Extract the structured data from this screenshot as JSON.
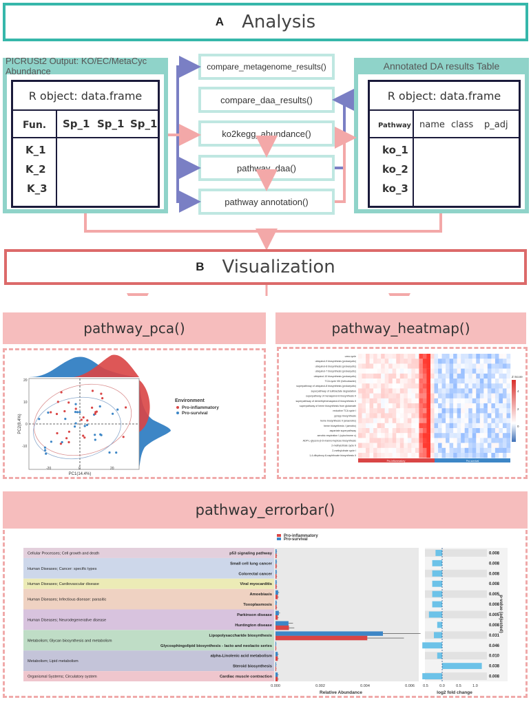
{
  "section_a": {
    "letter": "A",
    "title": "Analysis"
  },
  "left_panel": {
    "header": "PICRUSt2 Output: KO/EC/MetaCyc Abundance",
    "frame_title": "R object: data.frame",
    "columns": [
      "Fun.",
      "Sp_1",
      "Sp_1",
      "Sp_1"
    ],
    "rows": [
      "K_1",
      "K_2",
      "K_3"
    ]
  },
  "right_panel": {
    "header": "Annotated DA results Table",
    "frame_title": "R object: data.frame",
    "columns": [
      "Pathway",
      "name",
      "class",
      "p_adj"
    ],
    "rows": [
      "ko_1",
      "ko_2",
      "ko_3"
    ]
  },
  "flow": {
    "compare_metagenome": "compare_metagenome_results()",
    "compare_daa": "compare_daa_results()",
    "ko2kegg": "ko2kegg_abundance()",
    "pathway_daa": "pathway_daa()",
    "pathway_annotation": "pathway annotation()"
  },
  "section_b": {
    "letter": "B",
    "title": "Visualization"
  },
  "pca": {
    "title": "pathway_pca()",
    "legend_title": "Environment",
    "legend_items": [
      "Pro-inflammatory",
      "Pro-survival"
    ],
    "xlabel": "PC1(14.4%)",
    "ylabel": "PC2(8.4%)",
    "xticks": [
      "-20",
      "0",
      "20"
    ],
    "yticks": [
      "20",
      "10",
      "0",
      "-10"
    ]
  },
  "heatmap": {
    "title": "pathway_heatmap()",
    "rows": [
      "urea cycle",
      "ubiquinol-9 biosynthesis (prokaryotic)",
      "ubiquinol-8 biosynthesis (prokaryotic)",
      "ubiquinol-7 biosynthesis (prokaryotic)",
      "ubiquinol-10 biosynthesis (prokaryotic)",
      "TCA cycle VIII (helicobacter)",
      "superpathway of ubiquinol-8 biosynthesis (prokaryotic)",
      "superpathway of sulfolactate degradation",
      "superpathway of menaquinol-8 biosynthesis II",
      "superpathway of demethylmenaquinol-8 biosynthesis II",
      "superpathway of heme biosynthesis from glutamate",
      "reductive TCA cycle I",
      "ppGpp biosynthesis",
      "heme biosynthesis II (anaerobic)",
      "heme biosynthesis I (aerobic)",
      "aspartate superpathway",
      "aerobic respiration I (cytochrome c)",
      "ADP-L-glycero-β-D-manno-heptose biosynthesis",
      "2-methylcitrate cycle II",
      "2-methylcitrate cycle I",
      "1,4-dihydroxy-6-naphthoate biosynthesis II"
    ],
    "groups": [
      "Pro-inflammatory",
      "Pro-survival"
    ],
    "legend_title": "Z Score",
    "legend_ticks": [
      "4",
      "2",
      "0"
    ]
  },
  "errorbar": {
    "title": "pathway_errorbar()",
    "legend_items": [
      "Pro-inflammatory",
      "Pro-survival"
    ],
    "xlabel_left": "Relative Abundance",
    "xlabel_right": "log2 fold change",
    "ylabel_right": "p-value (adjusted)",
    "left_ticks": [
      "0.000",
      "0.002",
      "0.004",
      "0.006"
    ],
    "right_ticks": [
      "0.5",
      "0.0",
      "0.5",
      "1.0"
    ],
    "classes": [
      {
        "label": "Cellular Processes; Cell growth and death",
        "color": "#e3cfdc",
        "n": 1
      },
      {
        "label": "Human Diseases; Cancer: specific types",
        "color": "#cdd7ea",
        "n": 2
      },
      {
        "label": "Human Diseases; Cardiovascular disease",
        "color": "#ecebb6",
        "n": 1
      },
      {
        "label": "Human Diseases; Infectious disease: parasitic",
        "color": "#efd2c2",
        "n": 2
      },
      {
        "label": "Human Diseases; Neurodegenerative disease",
        "color": "#d8c3de",
        "n": 2
      },
      {
        "label": "Metabolism; Glycan biosynthesis and metabolism",
        "color": "#bfddc6",
        "n": 2
      },
      {
        "label": "Metabolism; Lipid metabolism",
        "color": "#c4c4d9",
        "n": 2
      },
      {
        "label": "Organismal Systems; Circulatory system",
        "color": "#efc6cd",
        "n": 1
      }
    ],
    "pathways": [
      {
        "name": "p53 signaling pathway",
        "infl": 5e-05,
        "surv": 5e-05,
        "fc": -0.2,
        "p": "0.008"
      },
      {
        "name": "Small cell lung cancer",
        "infl": 5e-05,
        "surv": 5e-05,
        "fc": -0.3,
        "p": "0.008"
      },
      {
        "name": "Colorectal cancer",
        "infl": 5e-05,
        "surv": 5e-05,
        "fc": -0.3,
        "p": "0.008"
      },
      {
        "name": "Viral myocarditis",
        "infl": 5e-05,
        "surv": 5e-05,
        "fc": -0.3,
        "p": "0.008"
      },
      {
        "name": "Amoebiasis",
        "infl": 0.0001,
        "surv": 0.00012,
        "fc": -0.3,
        "p": "0.005"
      },
      {
        "name": "Toxoplasmosis",
        "infl": 5e-05,
        "surv": 5e-05,
        "fc": -0.3,
        "p": "0.008"
      },
      {
        "name": "Parkinson disease",
        "infl": 0.0001,
        "surv": 0.00015,
        "fc": -0.4,
        "p": "0.005"
      },
      {
        "name": "Huntington disease",
        "infl": 0.0006,
        "surv": 0.00058,
        "fc": -0.15,
        "p": "0.008"
      },
      {
        "name": "Lipopolysaccharide biosynthesis",
        "infl": 0.0041,
        "surv": 0.0048,
        "fc": -0.25,
        "p": "0.031"
      },
      {
        "name": "Glycosphingolipid biosynthesis - lacto and neolacto series",
        "infl": 3e-05,
        "surv": 3e-05,
        "fc": -0.6,
        "p": "0.046"
      },
      {
        "name": "alpha-Linolenic acid metabolism",
        "infl": 0.0001,
        "surv": 0.0001,
        "fc": -0.15,
        "p": "0.010"
      },
      {
        "name": "Steroid biosynthesis",
        "infl": 3e-05,
        "surv": 3e-05,
        "fc": 1.2,
        "p": "0.038"
      },
      {
        "name": "Cardiac muscle contraction",
        "infl": 0.0001,
        "surv": 0.0001,
        "fc": -0.6,
        "p": "0.008"
      }
    ]
  },
  "colors": {
    "inflammatory": "#d94545",
    "survival": "#3d86c6",
    "teal": "#36b7aa",
    "pink": "#f6bdbd"
  }
}
